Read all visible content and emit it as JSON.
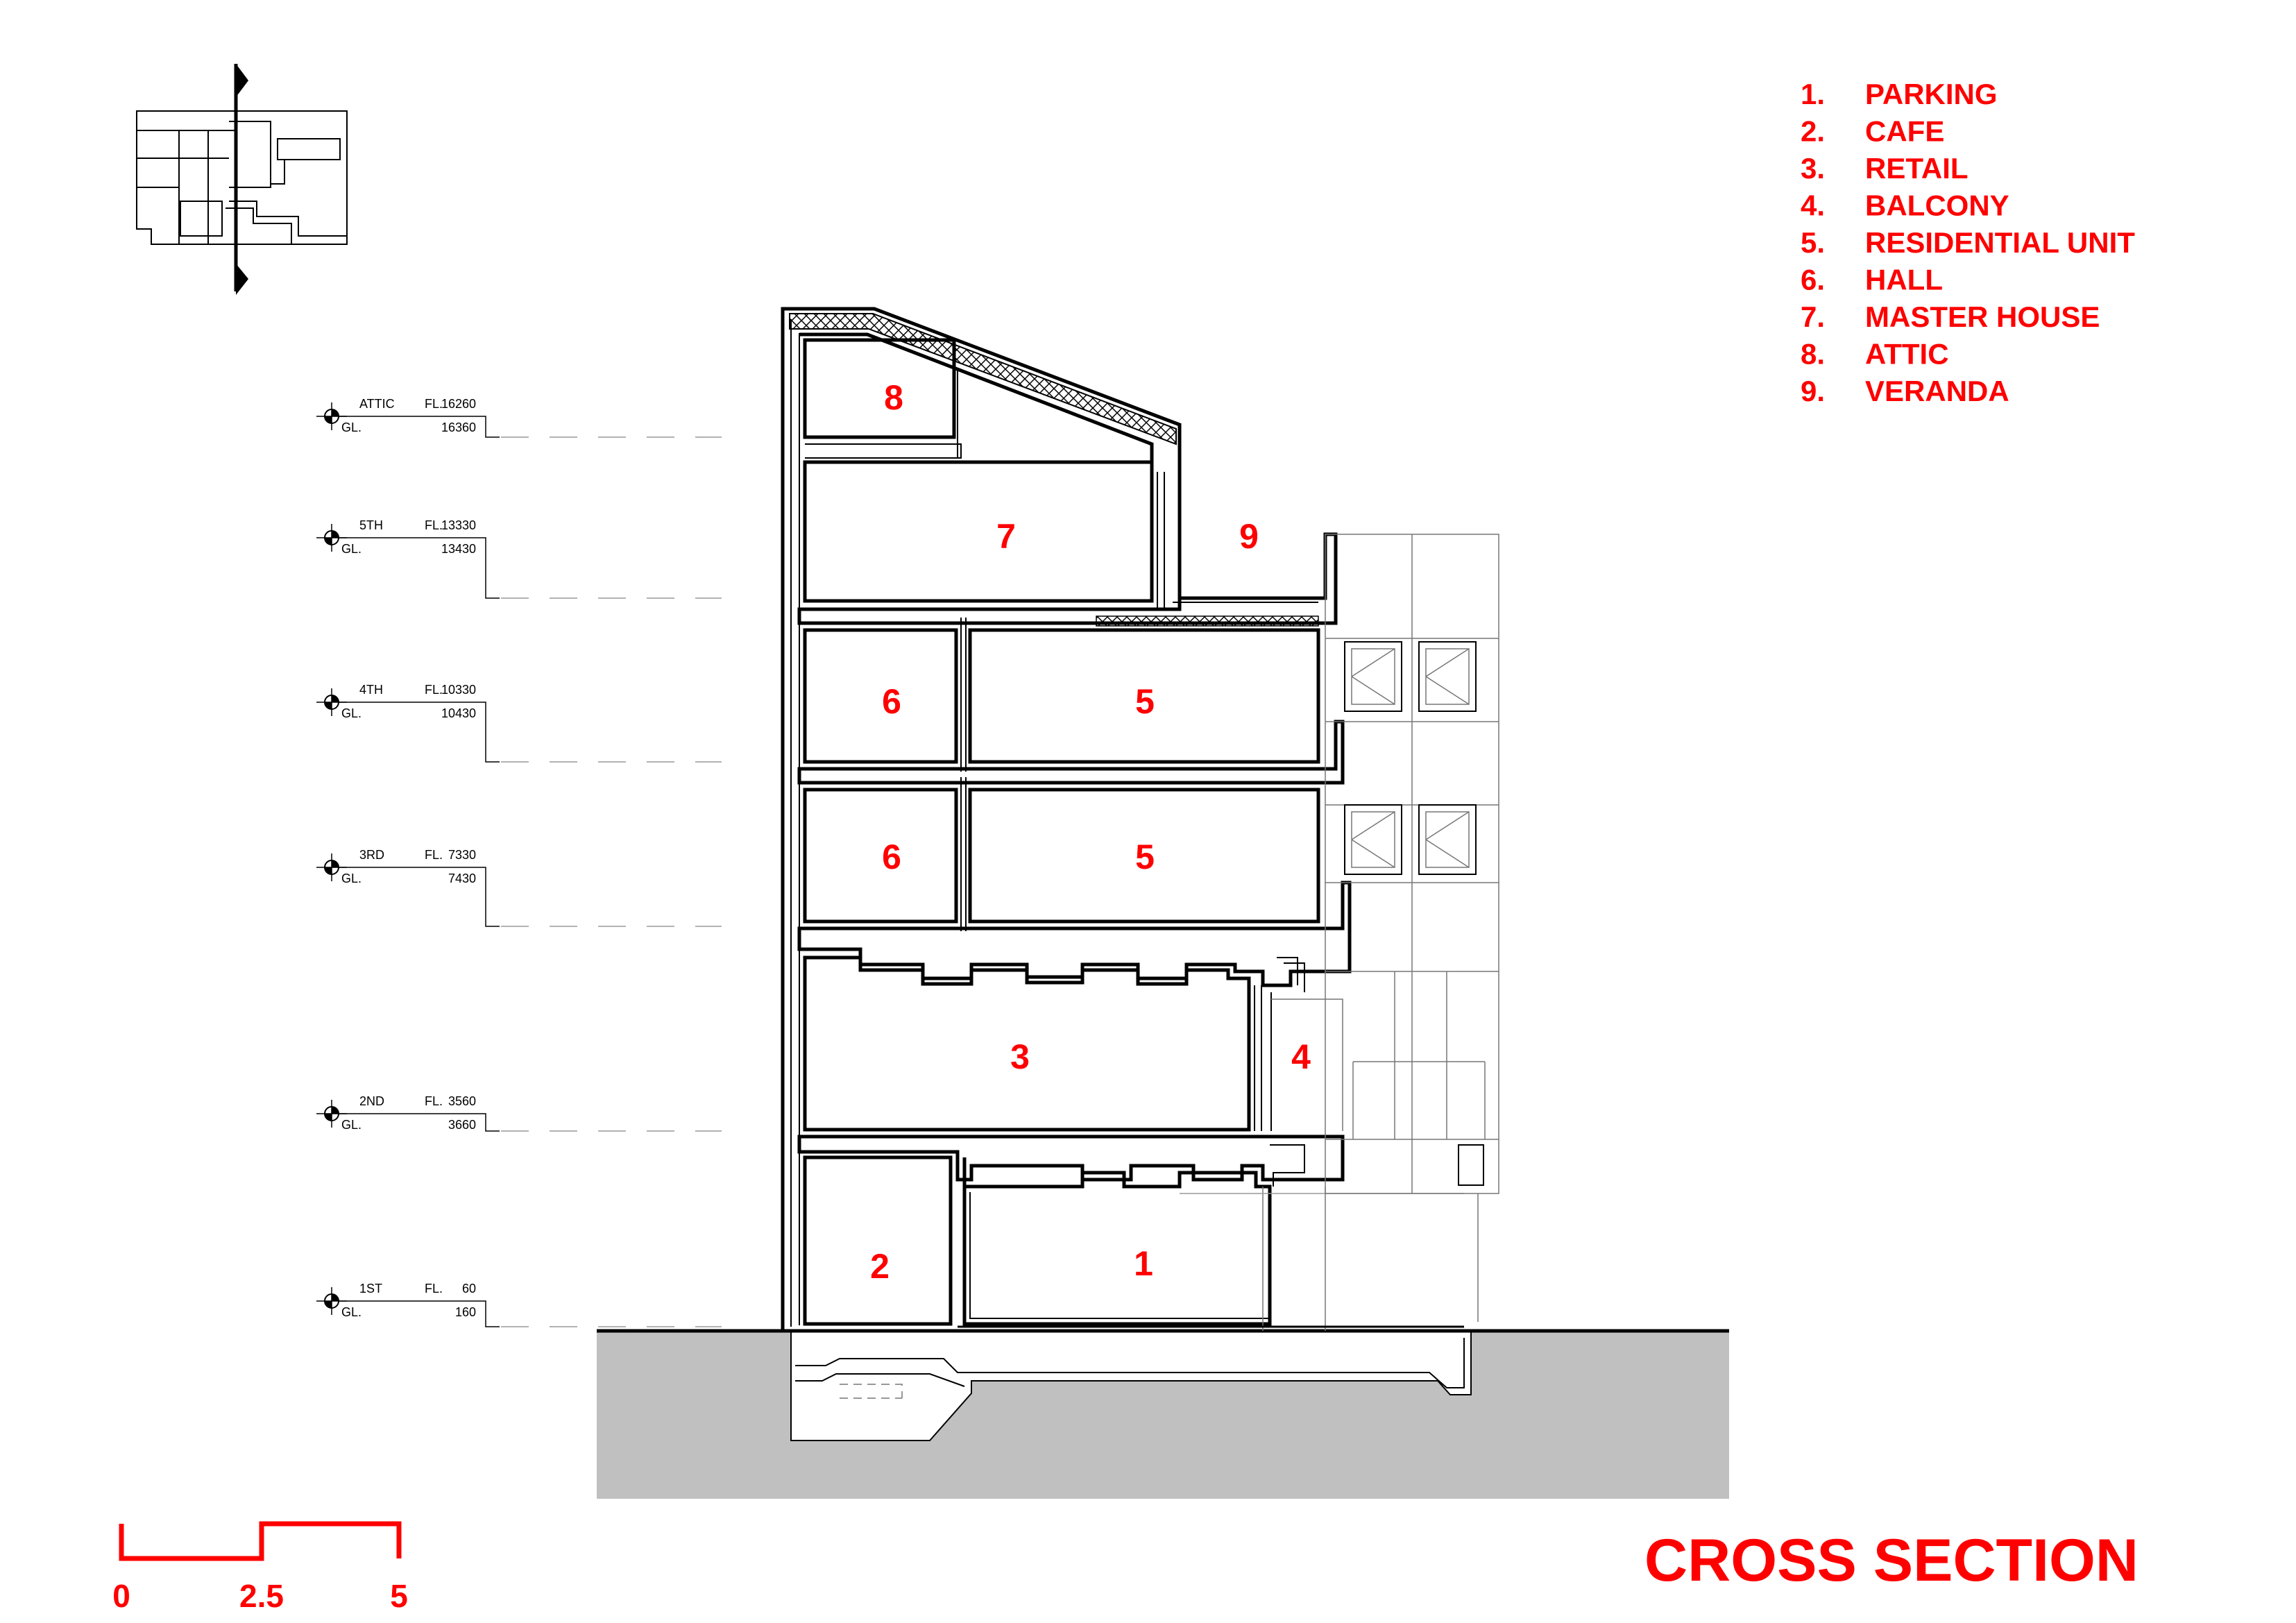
{
  "title": "CROSS SECTION",
  "legend": [
    {
      "num": "1.",
      "label": "PARKING"
    },
    {
      "num": "2.",
      "label": "CAFE"
    },
    {
      "num": "3.",
      "label": "RETAIL"
    },
    {
      "num": "4.",
      "label": "BALCONY"
    },
    {
      "num": "5.",
      "label": "RESIDENTIAL UNIT"
    },
    {
      "num": "6.",
      "label": "HALL"
    },
    {
      "num": "7.",
      "label": "MASTER HOUSE"
    },
    {
      "num": "8.",
      "label": "ATTIC"
    },
    {
      "num": "9.",
      "label": "VERANDA"
    }
  ],
  "rooms": {
    "r1": "1",
    "r2": "2",
    "r3": "3",
    "r4": "4",
    "r5a": "5",
    "r5b": "5",
    "r6a": "6",
    "r6b": "6",
    "r7": "7",
    "r8": "8",
    "r9": "9"
  },
  "levels": [
    {
      "name": "ATTIC",
      "fl_label": "FL.",
      "fl": "16260",
      "gl_label": "GL.",
      "gl": "16360"
    },
    {
      "name": "5TH",
      "fl_label": "FL.",
      "fl": "13330",
      "gl_label": "GL.",
      "gl": "13430"
    },
    {
      "name": "4TH",
      "fl_label": "FL.",
      "fl": "10330",
      "gl_label": "GL.",
      "gl": "10430"
    },
    {
      "name": "3RD",
      "fl_label": "FL.",
      "fl": "7330",
      "gl_label": "GL.",
      "gl": "7430"
    },
    {
      "name": "2ND",
      "fl_label": "FL.",
      "fl": "3560",
      "gl_label": "GL.",
      "gl": "3660"
    },
    {
      "name": "1ST",
      "fl_label": "FL.",
      "fl": "60",
      "gl_label": "GL.",
      "gl": "160"
    }
  ],
  "scale_bar": {
    "labels": [
      "0",
      "2.5",
      "5"
    ]
  },
  "colors": {
    "accent": "#ff0000",
    "ground": "#c0c0c0",
    "line": "#000000"
  }
}
